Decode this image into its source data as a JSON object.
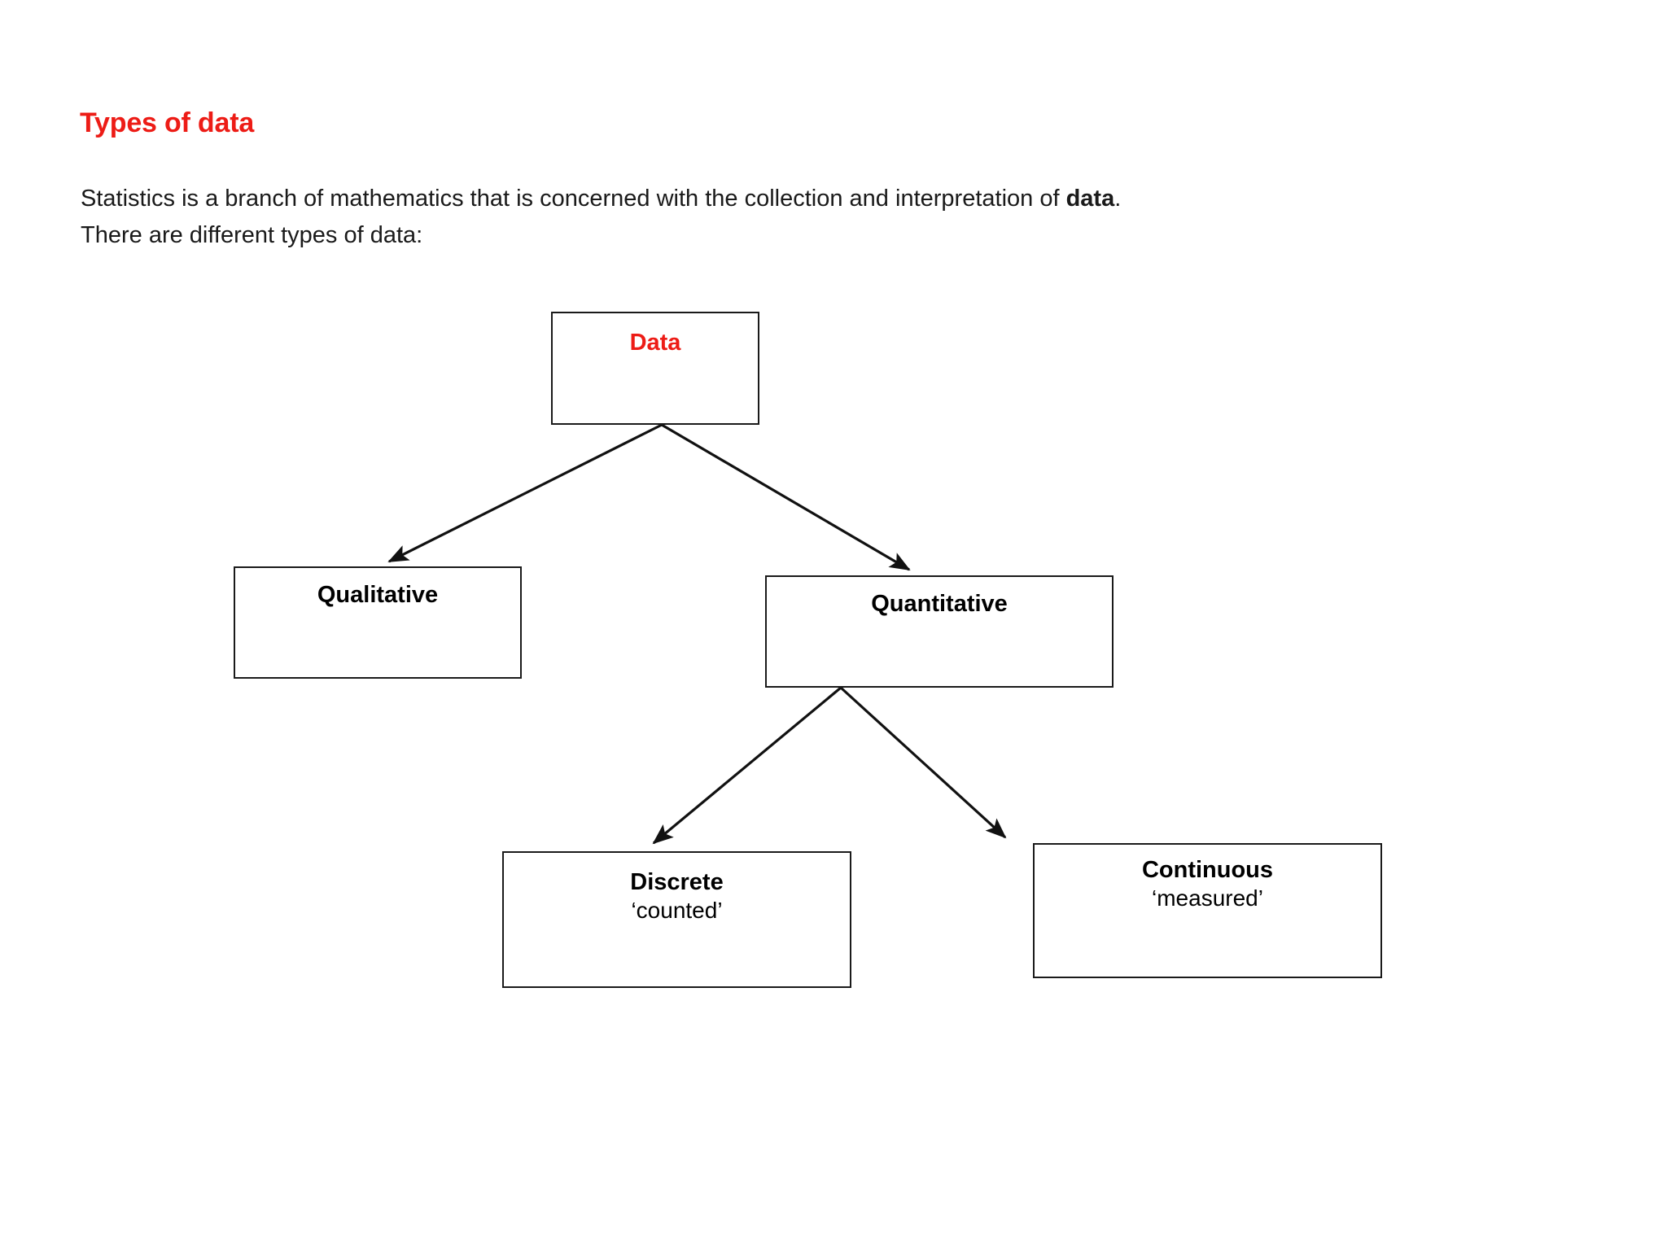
{
  "slide": {
    "title": "Types of data",
    "paragraph_line_1_prefix": "Statistics is a branch of mathematics that is concerned with the collection and interpretation of ",
    "paragraph_line_1_bold": "data",
    "paragraph_line_1_suffix": ".",
    "paragraph_line_2": "There are different types of data:"
  },
  "colors": {
    "title_red": "#ed1c16",
    "node_accent_red": "#ed1c16",
    "text_black": "#000000",
    "border_black": "#1a1a1a",
    "background": "#ffffff"
  },
  "diagram": {
    "type": "tree",
    "root": "Data",
    "nodes": [
      {
        "id": "data",
        "title": "Data",
        "subtitle": "",
        "color": "#ed1c16",
        "level": 0
      },
      {
        "id": "qualitative",
        "title": "Qualitative",
        "subtitle": "",
        "color": "#000000",
        "level": 1
      },
      {
        "id": "quantitative",
        "title": "Quantitative",
        "subtitle": "",
        "color": "#000000",
        "level": 1
      },
      {
        "id": "discrete",
        "title": "Discrete",
        "subtitle": "‘counted’",
        "color": "#000000",
        "level": 2
      },
      {
        "id": "continuous",
        "title": "Continuous",
        "subtitle": "‘measured’",
        "color": "#000000",
        "level": 2
      }
    ],
    "edges": [
      {
        "from": "data",
        "to": "qualitative",
        "arrow": true
      },
      {
        "from": "data",
        "to": "quantitative",
        "arrow": true
      },
      {
        "from": "quantitative",
        "to": "discrete",
        "arrow": true
      },
      {
        "from": "quantitative",
        "to": "continuous",
        "arrow": true
      }
    ]
  }
}
